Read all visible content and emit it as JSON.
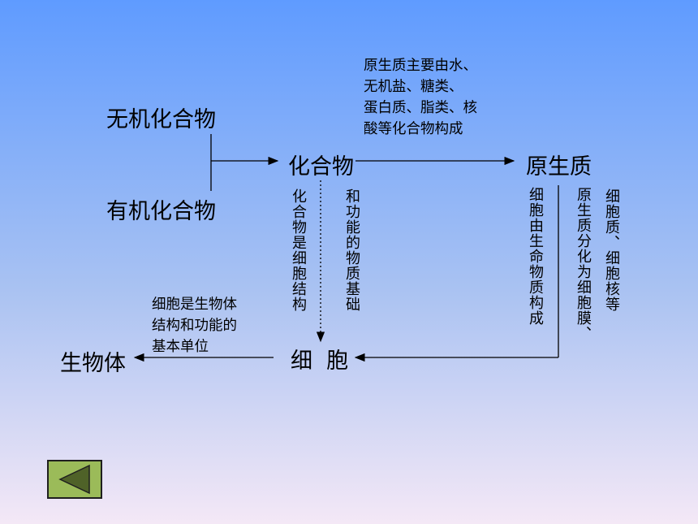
{
  "nodes": {
    "inorganic": "无机化合物",
    "organic": "有机化合物",
    "compound": "化合物",
    "protoplasm": "原生质",
    "cell": "细  胞",
    "organism": "生物体"
  },
  "annotations": {
    "protoplasm_desc": [
      "原生质主要由水、",
      "无机盐、糖类、",
      "蛋白质、脂类、核",
      "酸等化合物构成"
    ],
    "compound_structure": "化合物是细胞结构",
    "compound_function": "和功能的物质基础",
    "cell_from_life": "细胞由生命物质构成",
    "protoplasm_diff": "原生质分化为细胞膜、",
    "cytoplasm_nucleus": "细胞质、细胞核等",
    "cell_unit": [
      "细胞是生物体",
      "结构和功能的",
      "基本单位"
    ]
  },
  "controls": {
    "back_icon": "triangle-left-icon",
    "back_color": "#9bbb59"
  }
}
